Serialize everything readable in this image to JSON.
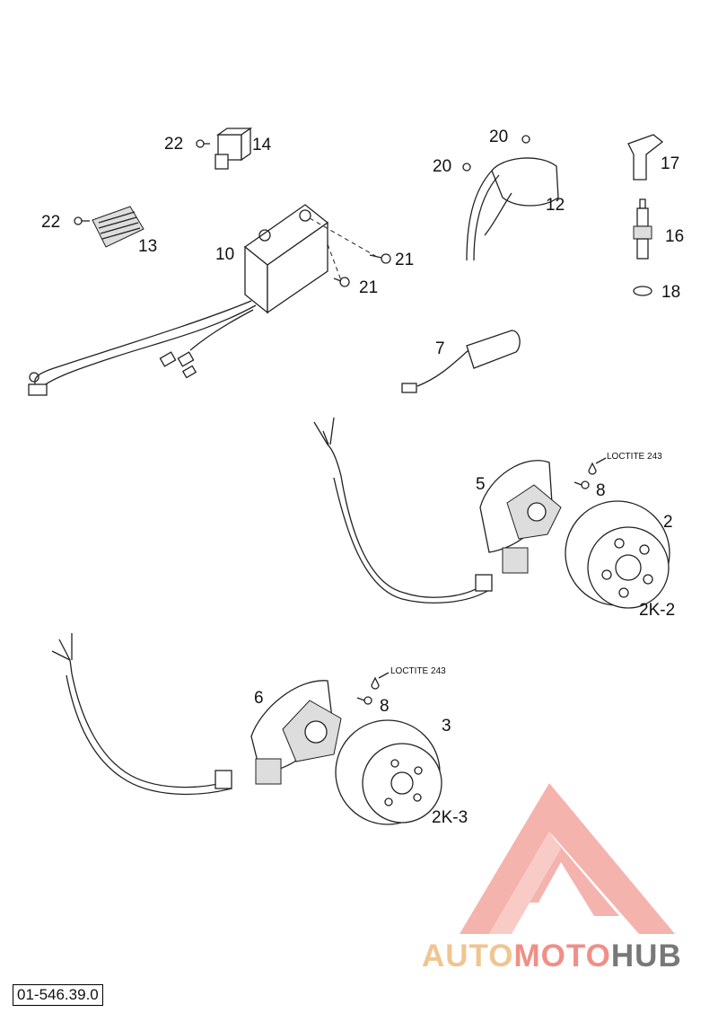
{
  "labels": {
    "p2": "2",
    "p2k2": "2K-2",
    "p3": "3",
    "p2k3": "2K-3",
    "p5": "5",
    "p6": "6",
    "p7": "7",
    "p8a": "8",
    "p8b": "8",
    "p10": "10",
    "p12": "12",
    "p13": "13",
    "p14": "14",
    "p16": "16",
    "p17": "17",
    "p18": "18",
    "p20a": "20",
    "p20b": "20",
    "p21a": "21",
    "p21b": "21",
    "p22a": "22",
    "p22b": "22",
    "loctite_a": "LOCTITE 243",
    "loctite_b": "LOCTITE 243"
  },
  "doc_number": "01-546.39.0",
  "watermark": {
    "part1": "AUTO",
    "part2": "MOTO",
    "part3": "HUB",
    "colors": {
      "auto": "#f0c58f",
      "moto": "#f08f87",
      "hub": "#787878",
      "logo": "#f4a6a0"
    }
  }
}
